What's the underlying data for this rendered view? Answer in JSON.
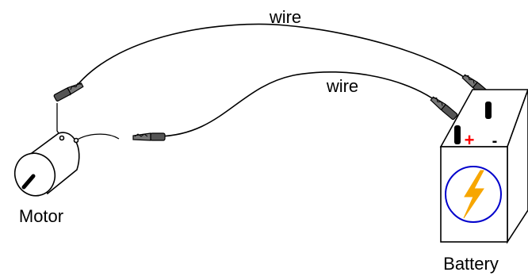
{
  "labels": {
    "wire_top": "wire",
    "wire_bottom": "wire",
    "motor": "Motor",
    "battery": "Battery",
    "plus": "+",
    "minus": "-"
  },
  "colors": {
    "line": "#000000",
    "clip": "#555555",
    "plus_sign": "#ff0000",
    "battery_emblem_ring": "#0000cc",
    "lightning_bolt": "#f7a600"
  },
  "icons": {
    "motor": "motor-icon",
    "battery": "battery-icon",
    "emblem": "lightning-icon"
  }
}
